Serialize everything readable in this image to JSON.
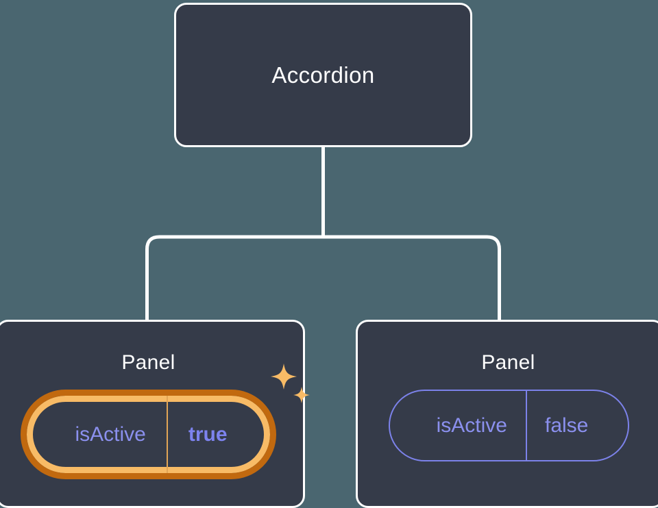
{
  "diagram": {
    "type": "component-tree",
    "background_color": "#4a6670",
    "node_fill_color": "#353b49",
    "node_border_color": "#ffffff",
    "connector_color": "#ffffff",
    "highlight_ring_outer_color": "#c1690f",
    "highlight_ring_inner_color": "#f8bb66",
    "prop_text_color": "#8b90ee",
    "prop_border_color": "#7c82ea",
    "sparkle_color": "#f8bb66"
  },
  "root": {
    "title": "Accordion"
  },
  "children": [
    {
      "title": "Panel",
      "highlighted": true,
      "prop": {
        "key": "isActive",
        "value": "true"
      },
      "sparkle_icons": [
        "sparkle-large-icon",
        "sparkle-small-icon"
      ]
    },
    {
      "title": "Panel",
      "highlighted": false,
      "prop": {
        "key": "isActive",
        "value": "false"
      }
    }
  ]
}
